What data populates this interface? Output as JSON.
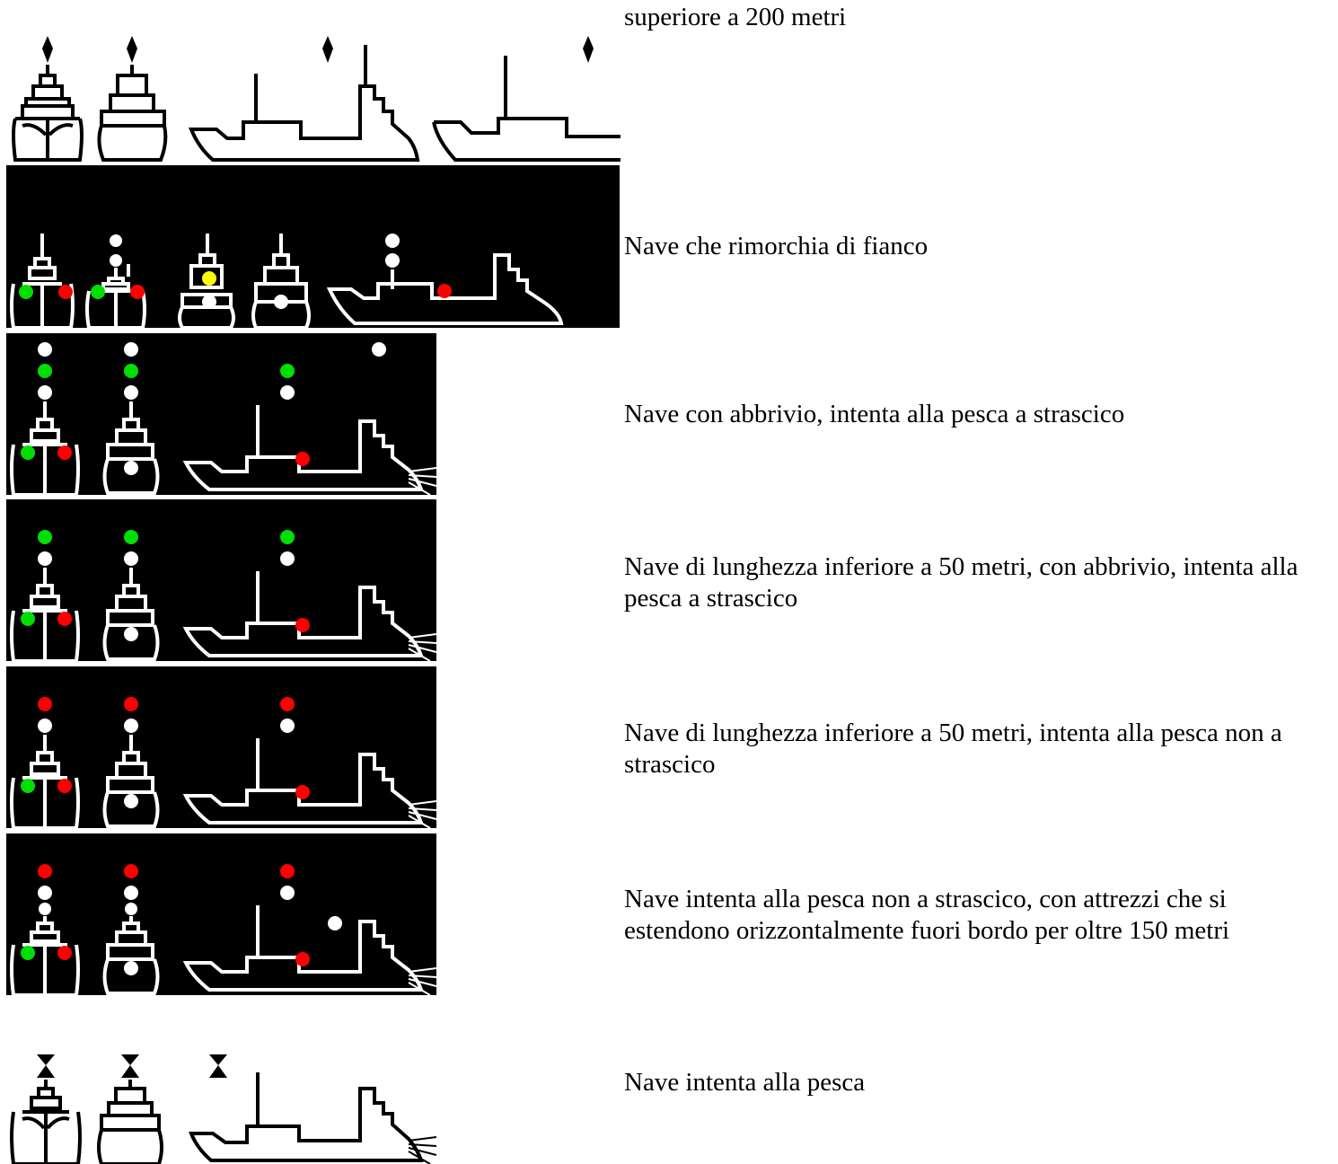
{
  "rows": [
    {
      "caption": "superiore a 200 metri",
      "background": "white",
      "line_color": "#000000"
    },
    {
      "caption": "Nave che rimorchia di fianco",
      "background": "black",
      "line_color": "#ffffff"
    },
    {
      "caption": "Nave con abbrivio, intenta alla pesca a strascico",
      "background": "black",
      "line_color": "#ffffff"
    },
    {
      "caption": "Nave di lunghezza inferiore a 50 metri, con abbrivio, intenta alla pesca a strascico",
      "background": "black",
      "line_color": "#ffffff"
    },
    {
      "caption": "Nave di lunghezza inferiore a 50 metri, intenta alla pesca non a strascico",
      "background": "black",
      "line_color": "#ffffff"
    },
    {
      "caption": "Nave intenta alla pesca non a strascico, con attrezzi che si estendono orizzontalmente fuori bordo per oltre 150 metri",
      "background": "black",
      "line_color": "#ffffff"
    },
    {
      "caption": "Nave intenta alla pesca",
      "background": "white",
      "line_color": "#000000"
    }
  ],
  "colors": {
    "green": "#00e000",
    "red": "#ff0000",
    "white": "#ffffff",
    "yellow": "#ffff00",
    "black": "#000000"
  }
}
